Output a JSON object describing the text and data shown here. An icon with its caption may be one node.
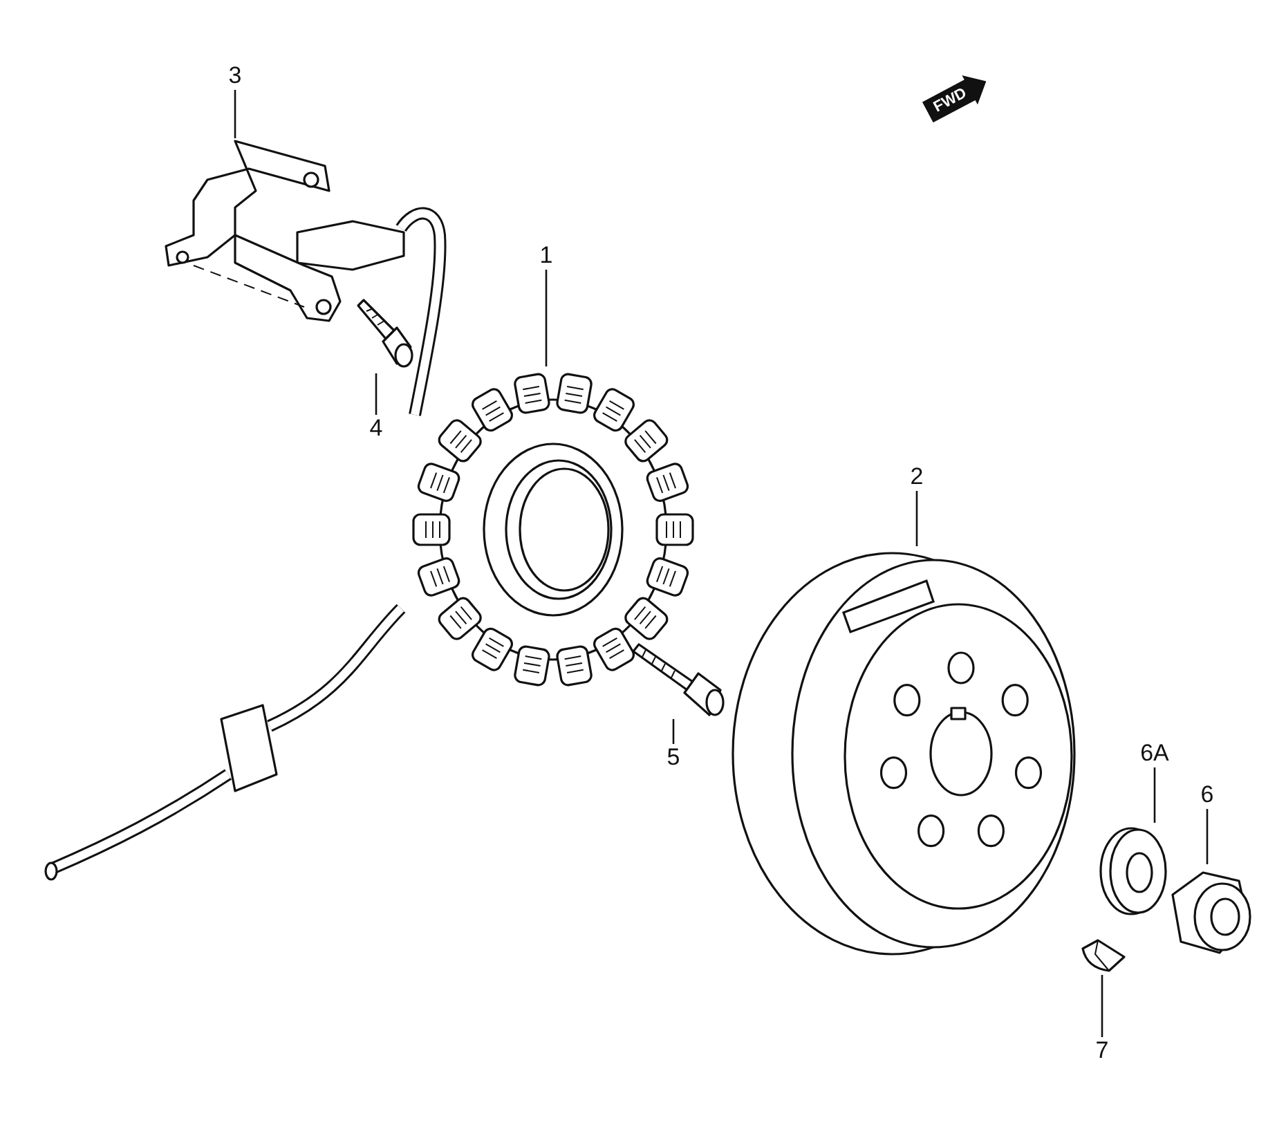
{
  "diagram": {
    "nodes": [
      {
        "text": [
          "3"
        ]
      },
      {
        "text": [],
        "shape": "picture"
      },
      {
        "text": [
          "1"
        ]
      },
      {
        "text": [],
        "shape": "picture"
      },
      {
        "text": [
          "4"
        ]
      },
      {
        "text": [],
        "shape": "picture"
      },
      {
        "text": [
          "2"
        ]
      },
      {
        "text": [],
        "shape": "picture"
      },
      {
        "text": [
          "5"
        ]
      },
      {
        "text": [],
        "shape": "picture"
      },
      {
        "text": [
          "6A"
        ]
      },
      {
        "text": [],
        "shape": "picture"
      },
      {
        "text": [
          "6"
        ]
      },
      {
        "text": [],
        "shape": "picture"
      },
      {
        "text": [
          "7"
        ]
      },
      {
        "text": [],
        "shape": "picture"
      }
    ],
    "edges": [
      {
        "from": 0,
        "to": 1,
        "arrow": "none"
      },
      {
        "from": 2,
        "to": 3,
        "arrow": "none"
      },
      {
        "from": 4,
        "to": 5,
        "arrow": "none"
      },
      {
        "from": 6,
        "to": 7,
        "arrow": "none"
      },
      {
        "from": 8,
        "to": 9,
        "arrow": "none"
      },
      {
        "from": 10,
        "to": 11,
        "arrow": "none"
      },
      {
        "from": 12,
        "to": 13,
        "arrow": "none"
      },
      {
        "from": 14,
        "to": 15,
        "arrow": "none"
      }
    ],
    "labels": [
      "FWD"
    ]
  }
}
